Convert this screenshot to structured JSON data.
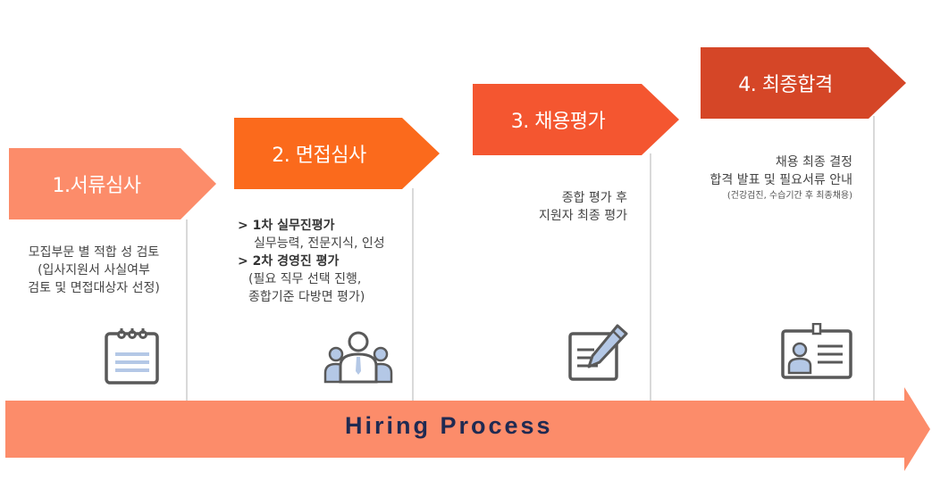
{
  "stages": [
    {
      "label": "1.서류심사",
      "color": "#fc8c6a"
    },
    {
      "label": "2. 면접심사",
      "color": "#fb6a1c"
    },
    {
      "label": "3. 채용평가",
      "color": "#f45630"
    },
    {
      "label": "4. 최종합격",
      "color": "#d54627"
    }
  ],
  "descriptions": {
    "stage1": [
      "모집부문 별 적합 성 검토",
      "(입사지원서 사실여부",
      "검토 및 면접대상자 선정)"
    ],
    "stage2": {
      "h1": "> 1차 실무진평가",
      "l1": "실무능력, 전문지식, 인성",
      "h2": "> 2차 경영진 평가",
      "l2": "(필요 직무 선택 진행,",
      "l3": "종합기준 다방면 평가)"
    },
    "stage3": [
      "종합 평가 후",
      "지원자 최종 평가"
    ],
    "stage4": {
      "l1": "채용 최종 결정",
      "l2": "합격 발표 및 필요서류 안내",
      "note": "(건강검진, 수습기간 후 최종채용)"
    }
  },
  "icons": [
    "notepad-icon",
    "team-icon",
    "pen-document-icon",
    "id-card-icon"
  ],
  "banner": {
    "label": "Hiring Process",
    "color": "#fc8c6a"
  },
  "colors": {
    "icon_stroke": "#595959",
    "icon_fill": "#b4c8e6",
    "divider": "#d9d9d9"
  }
}
